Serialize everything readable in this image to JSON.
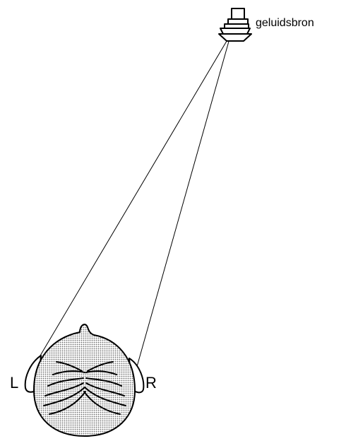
{
  "labels": {
    "source": "geluidsbron",
    "left_ear": "L",
    "right_ear": "R"
  },
  "icons": {
    "source": "loudspeaker-icon",
    "head": "head-top-view-icon"
  },
  "colors": {
    "line": "#000000",
    "head_fill": "#d9d9d9",
    "background": "#ffffff"
  }
}
